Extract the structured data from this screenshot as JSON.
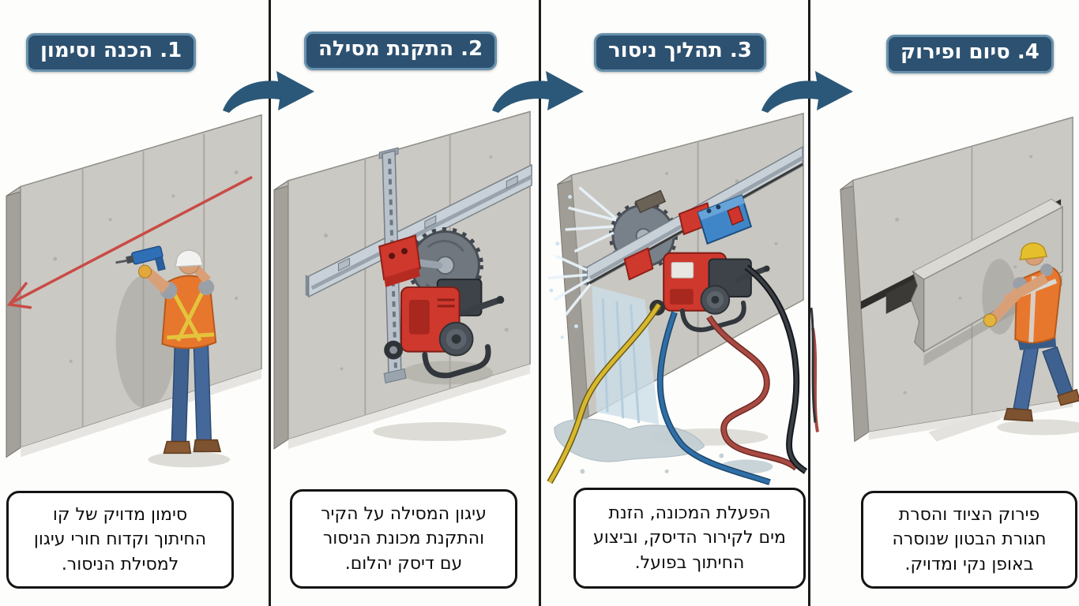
{
  "palette": {
    "badge_bg": "#2d5170",
    "badge_border": "#6791ad",
    "badge_text": "#ffffff",
    "arrow_blue": "#2b5878",
    "divider_black": "#1b1b1b",
    "caption_border": "#141414",
    "caption_bg": "#ffffff",
    "caption_text": "#0d0d0d",
    "concrete_face": "#cbc9c3",
    "concrete_side": "#a3a19a",
    "cut_line_red": "#c94b45",
    "rail_metal": "#c9d1d8",
    "machine_red": "#cf382d",
    "control_box_blue": "#3f86c9",
    "control_button_red": "#d0342c",
    "water_blue": "#c3cfd4",
    "hose_yellow": "#d8b82e",
    "hose_blue": "#2f6fa8",
    "cable_red": "#a84a42",
    "cable_black": "#2f3338",
    "vest_orange": "#e8772e",
    "harness_yellow": "#e3c43c",
    "helmet_white": "#f2f2f0",
    "helmet_yellow": "#e6c02c",
    "jeans_blue": "#3f6190"
  },
  "steps": [
    {
      "badge": "1. הכנה וסימון",
      "caption_lines": [
        "סימון מדויק של קו",
        "החיתוך וקדוח חורי עיגון",
        "למסילת הניסור."
      ],
      "illustration": "worker-drilling-anchor-holes-and-marking-red-cut-line"
    },
    {
      "badge": "2. התקנת מסילה",
      "caption_lines": [
        "עיגון המסילה על הקיר",
        "והתקנת מכונת הניסור",
        "עם דיסק יהלום."
      ],
      "illustration": "wall-saw-track-and-diamond-blade-machine-installed"
    },
    {
      "badge": "3. תהליך ניסור",
      "caption_lines": [
        "הפעלת המכונה, הזנת",
        "מים לקירור הדיסק, וביצוע",
        "החיתוך בפועל."
      ],
      "illustration": "saw-cutting-wall-with-water-cooling-and-hoses"
    },
    {
      "badge": "4. סיום ופירוק",
      "caption_lines": [
        "פירוק הציוד והסרת",
        "חגורת הבטון שנוסרה",
        "באופן נקי ומדויק."
      ],
      "illustration": "worker-removing-cut-concrete-slab"
    }
  ]
}
